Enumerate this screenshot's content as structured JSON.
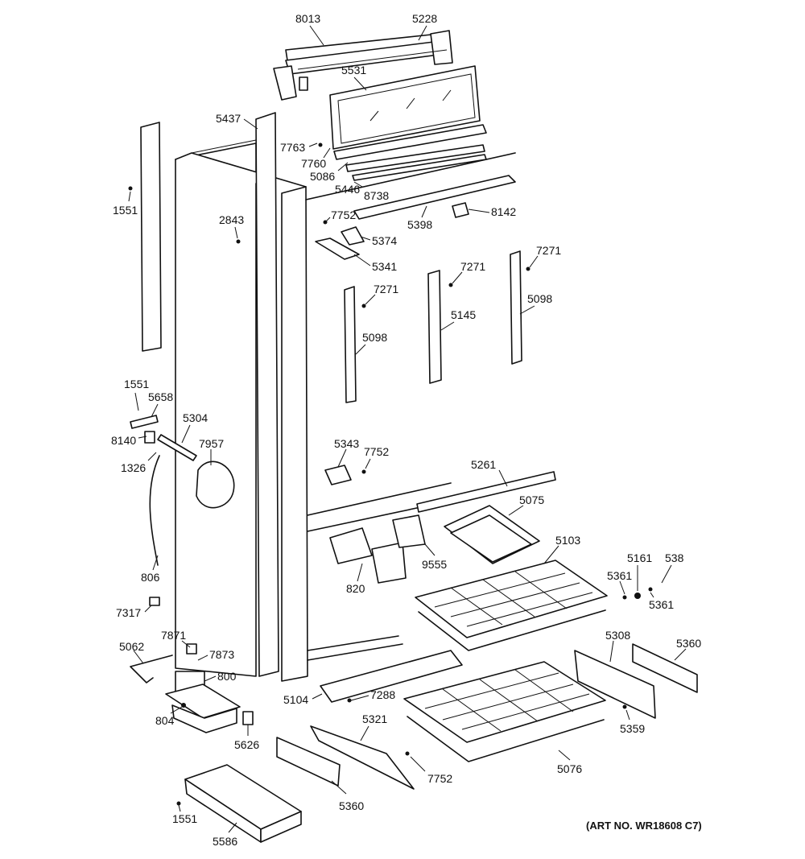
{
  "art_number": "(ART NO. WR18608 C7)",
  "parts": [
    {
      "id": "p8013",
      "number": "8013"
    },
    {
      "id": "p5228",
      "number": "5228"
    },
    {
      "id": "p5531",
      "number": "5531"
    },
    {
      "id": "p5437",
      "number": "5437"
    },
    {
      "id": "p7763",
      "number": "7763"
    },
    {
      "id": "p7760",
      "number": "7760"
    },
    {
      "id": "p5086",
      "number": "5086"
    },
    {
      "id": "p5446",
      "number": "5446"
    },
    {
      "id": "p8738",
      "number": "8738"
    },
    {
      "id": "p1551a",
      "number": "1551"
    },
    {
      "id": "p2843",
      "number": "2843"
    },
    {
      "id": "p7752a",
      "number": "7752"
    },
    {
      "id": "p5398",
      "number": "5398"
    },
    {
      "id": "p8142",
      "number": "8142"
    },
    {
      "id": "p5374",
      "number": "5374"
    },
    {
      "id": "p5341",
      "number": "5341"
    },
    {
      "id": "p7271a",
      "number": "7271"
    },
    {
      "id": "p7271b",
      "number": "7271"
    },
    {
      "id": "p7271c",
      "number": "7271"
    },
    {
      "id": "p5098a",
      "number": "5098"
    },
    {
      "id": "p5145",
      "number": "5145"
    },
    {
      "id": "p5098b",
      "number": "5098"
    },
    {
      "id": "p1551b",
      "number": "1551"
    },
    {
      "id": "p5658",
      "number": "5658"
    },
    {
      "id": "p5304",
      "number": "5304"
    },
    {
      "id": "p8140",
      "number": "8140"
    },
    {
      "id": "p7957",
      "number": "7957"
    },
    {
      "id": "p1326",
      "number": "1326"
    },
    {
      "id": "p5343",
      "number": "5343"
    },
    {
      "id": "p7752b",
      "number": "7752"
    },
    {
      "id": "p5261",
      "number": "5261"
    },
    {
      "id": "p5075",
      "number": "5075"
    },
    {
      "id": "p5103",
      "number": "5103"
    },
    {
      "id": "p9555",
      "number": "9555"
    },
    {
      "id": "p820",
      "number": "820"
    },
    {
      "id": "p806",
      "number": "806"
    },
    {
      "id": "p5161",
      "number": "5161"
    },
    {
      "id": "p538",
      "number": "538"
    },
    {
      "id": "p5361a",
      "number": "5361"
    },
    {
      "id": "p5361b",
      "number": "5361"
    },
    {
      "id": "p7317",
      "number": "7317"
    },
    {
      "id": "p7871",
      "number": "7871"
    },
    {
      "id": "p5062",
      "number": "5062"
    },
    {
      "id": "p7873",
      "number": "7873"
    },
    {
      "id": "p800",
      "number": "800"
    },
    {
      "id": "p5308",
      "number": "5308"
    },
    {
      "id": "p5360a",
      "number": "5360"
    },
    {
      "id": "p5104",
      "number": "5104"
    },
    {
      "id": "p7288",
      "number": "7288"
    },
    {
      "id": "p804",
      "number": "804"
    },
    {
      "id": "p5321",
      "number": "5321"
    },
    {
      "id": "p5359",
      "number": "5359"
    },
    {
      "id": "p5626",
      "number": "5626"
    },
    {
      "id": "p7752c",
      "number": "7752"
    },
    {
      "id": "p5076",
      "number": "5076"
    },
    {
      "id": "p5360b",
      "number": "5360"
    },
    {
      "id": "p1551c",
      "number": "1551"
    },
    {
      "id": "p5586",
      "number": "5586"
    }
  ]
}
